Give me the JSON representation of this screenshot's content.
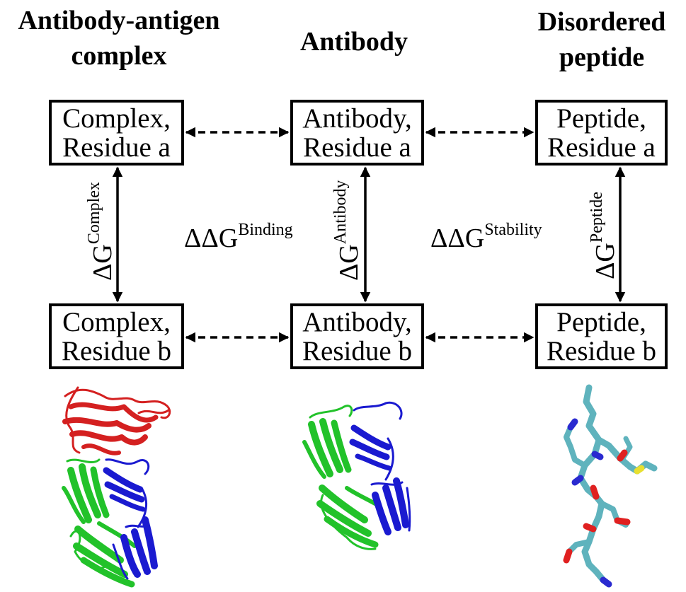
{
  "columns": [
    {
      "title_lines": [
        "Antibody-antigen",
        "complex"
      ]
    },
    {
      "title_lines": [
        "Antibody"
      ]
    },
    {
      "title_lines": [
        "Disordered",
        "peptide"
      ]
    }
  ],
  "boxes": {
    "complex_a": [
      "Complex,",
      "Residue a"
    ],
    "antibody_a": [
      "Antibody,",
      "Residue a"
    ],
    "peptide_a": [
      "Peptide,",
      "Residue a"
    ],
    "complex_b": [
      "Complex,",
      "Residue b"
    ],
    "antibody_b": [
      "Antibody,",
      "Residue b"
    ],
    "peptide_b": [
      "Peptide,",
      "Residue b"
    ]
  },
  "labels": {
    "dg_complex": {
      "base": "ΔG",
      "sup": "Complex"
    },
    "dg_antibody": {
      "base": "ΔG",
      "sup": "Antibody"
    },
    "dg_peptide": {
      "base": "ΔG",
      "sup": "Peptide"
    },
    "ddg_binding": {
      "base": "ΔΔG",
      "sup": "Binding"
    },
    "ddg_stability": {
      "base": "ΔΔG",
      "sup": "Stability"
    }
  },
  "colors": {
    "antigen": "#d42020",
    "light_chain": "#22c22a",
    "heavy_chain": "#1a1ad0",
    "peptide_carbon": "#5fb3bd",
    "peptide_oxygen": "#e02020",
    "peptide_nitrogen": "#2a2ad0",
    "peptide_sulfur": "#e8e030"
  }
}
